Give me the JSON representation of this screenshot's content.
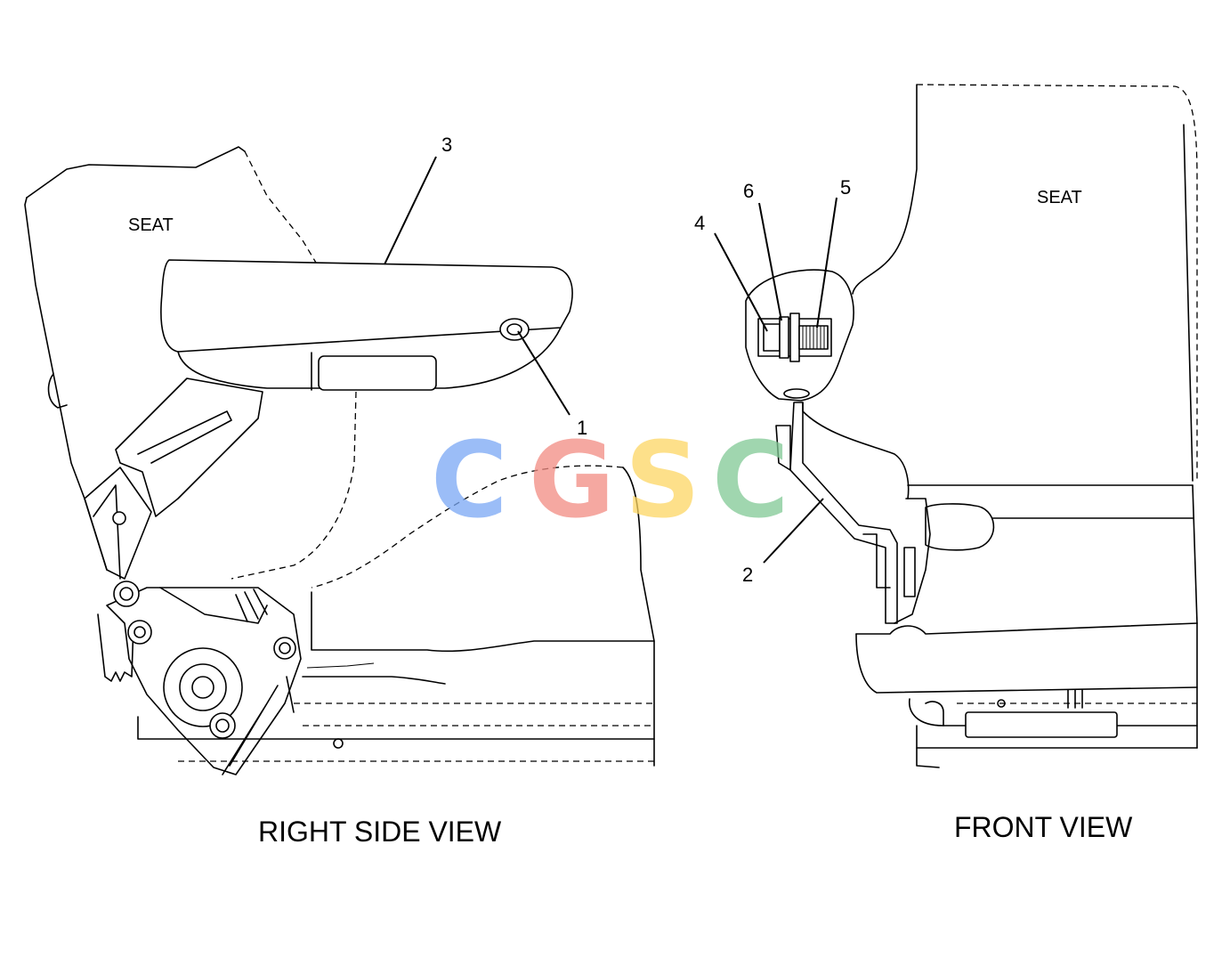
{
  "labels": {
    "seat_side": "SEAT",
    "seat_front": "SEAT",
    "right_side_view": "RIGHT SIDE VIEW",
    "front_view": "FRONT VIEW"
  },
  "callouts": {
    "c1": "1",
    "c2": "2",
    "c3": "3",
    "c4": "4",
    "c5": "5",
    "c6": "6"
  },
  "watermark": {
    "letters": [
      "C",
      "G",
      "S",
      "C"
    ],
    "colors": [
      "#7aa8f5",
      "#f28b82",
      "#fdd663",
      "#81c995"
    ]
  }
}
